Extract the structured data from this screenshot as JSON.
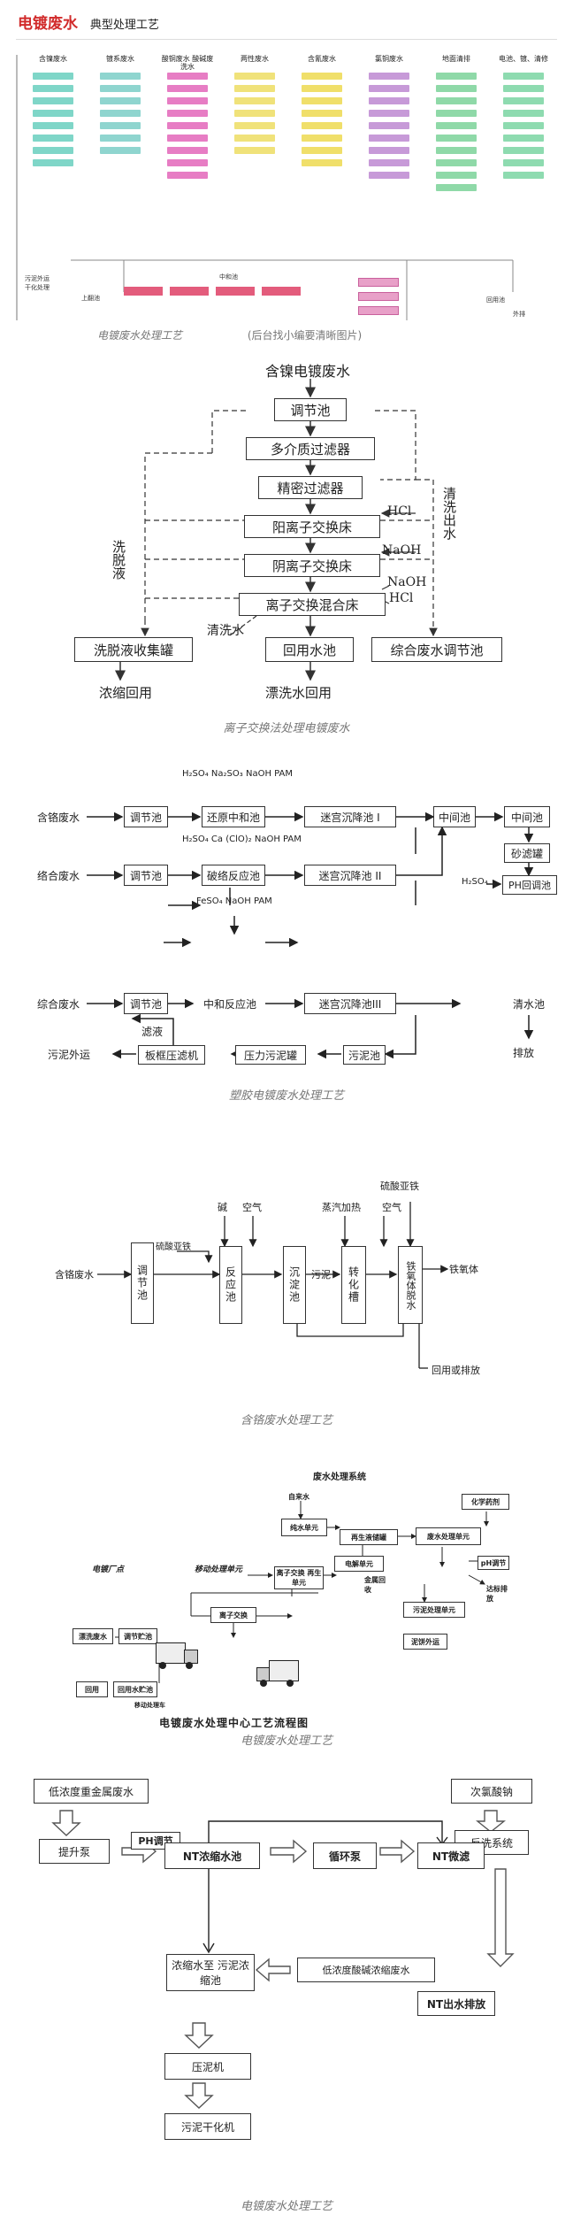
{
  "header": {
    "title_red": "电镀废水",
    "title_black": "典型处理工艺"
  },
  "s1": {
    "columns": [
      {
        "name": "含镍废水",
        "color": "#7fd6c8"
      },
      {
        "name": "镀系废水",
        "color": "#8fd5cf"
      },
      {
        "name": "酸铜废水 酸碱废洗水",
        "color": "#e77dc4"
      },
      {
        "name": "两性废水",
        "color": "#f0e27a"
      },
      {
        "name": "含氰废水",
        "color": "#f0df6a"
      },
      {
        "name": "氯铜废水",
        "color": "#c79ad8"
      },
      {
        "name": "地面清排",
        "color": "#8fd9a8"
      },
      {
        "name": "电池、镀、清修",
        "color": "#8edbb0"
      }
    ],
    "caption_left": "电镀废水处理工艺",
    "caption_right": "(后台找小编要清晰图片)",
    "tiny": {
      "a": "上翻池",
      "b": "回用池",
      "c": "中和池",
      "d": "外排",
      "e": "污泥外运",
      "f": "干化处理"
    }
  },
  "s2": {
    "title": "含镍电镀废水",
    "b1": "调节池",
    "b2": "多介质过滤器",
    "b3": "精密过滤器",
    "b4": "阳离子交换床",
    "b5": "阴离子交换床",
    "b6": "离子交换混合床",
    "b7": "洗脱液收集罐",
    "b8": "回用水池",
    "b9": "综合废水调节池",
    "hcl1": "HCl",
    "naoh1": "NaOH",
    "naoh2": "NaOH",
    "hcl2": "HCl",
    "wash_left": "洗脱液",
    "wash_right": "清洗出水",
    "clean_water": "清洗水",
    "out1": "浓缩回用",
    "out2": "漂洗水回用",
    "caption": "离子交换法处理电镀废水"
  },
  "s3": {
    "in1": "含铬废水",
    "in2": "络合废水",
    "in3": "综合废水",
    "reag1": "H₂SO₄  Na₂SO₃  NaOH  PAM",
    "reag2": "H₂SO₄  Ca (ClO)₂  NaOH  PAM",
    "reag3": "FeSO₄  NaOH  PAM",
    "r1a": "调节池",
    "r1b": "还原中和池",
    "r1c": "迷宫沉降池 I",
    "r1d": "中间池",
    "r1e": "中间池",
    "r2a": "调节池",
    "r2b": "破络反应池",
    "r2c": "迷宫沉降池 II",
    "sand": "砂滤罐",
    "h2so4": "H₂SO₄",
    "ph": "PH回调池",
    "r3a": "调节池",
    "r3b": "中和反应池",
    "r3c": "迷宫沉降池III",
    "r3d": "清水池",
    "filtrate": "滤液",
    "sludge_out": "污泥外运",
    "press": "板框压滤机",
    "sludge_tank": "压力污泥罐",
    "sludge_pool": "污泥池",
    "discharge": "排放",
    "caption": "塑胶电镀废水处理工艺"
  },
  "s4": {
    "inlet": "含铬废水",
    "t1": "调节池",
    "feso4": "硫酸亚铁",
    "t2": "反应池",
    "t3": "沉淀池",
    "sludge": "污泥",
    "t4": "转化槽",
    "t5": "铁氧体脱水",
    "ferrite": "铁氧体",
    "alkali": "碱",
    "air1": "空气",
    "steam": "蒸汽加热",
    "air2": "空气",
    "sulfate": "硫酸亚铁",
    "reuse": "回用或排放",
    "caption": "含铬废水处理工艺"
  },
  "s5": {
    "center": "废水处理系统",
    "plant": "电镀厂点",
    "mobile": "移动处理单元",
    "tapwater": "自来水",
    "pure": "纯水单元",
    "regen": "再生液储罐",
    "chem": "化学药剂",
    "elec": "电解单元",
    "treat": "废水处理单元",
    "ion": "离子交换 再生单元",
    "metal": "金属回收",
    "ph": "pH调节",
    "sludge_treat": "污泥处理单元",
    "discharge": "达标排放",
    "sludge_out": "泥饼外运",
    "exchange": "离子交换",
    "rinse": "漂洗废水",
    "tank": "调节贮池",
    "reuse": "回用",
    "reuse_tank": "回用水贮池",
    "mobile_unit": "移动处理车",
    "caption_print": "电镀废水处理中心工艺流程图",
    "caption": "电镀废水处理工艺"
  },
  "s6": {
    "low": "低浓度重金属废水",
    "naclo": "次氯酸钠",
    "backwash": "反洗系统",
    "pump": "提升泵",
    "ph": "PH调节",
    "nt": "NT浓缩水池",
    "circ": "循环泵",
    "micro": "NT微滤",
    "conc": "浓缩水至 污泥浓缩池",
    "lowacid": "低浓度酸碱浓缩废水",
    "discharge": "NT出水排放",
    "press": "压泥机",
    "dry": "污泥干化机",
    "caption": "电镀废水处理工艺"
  }
}
